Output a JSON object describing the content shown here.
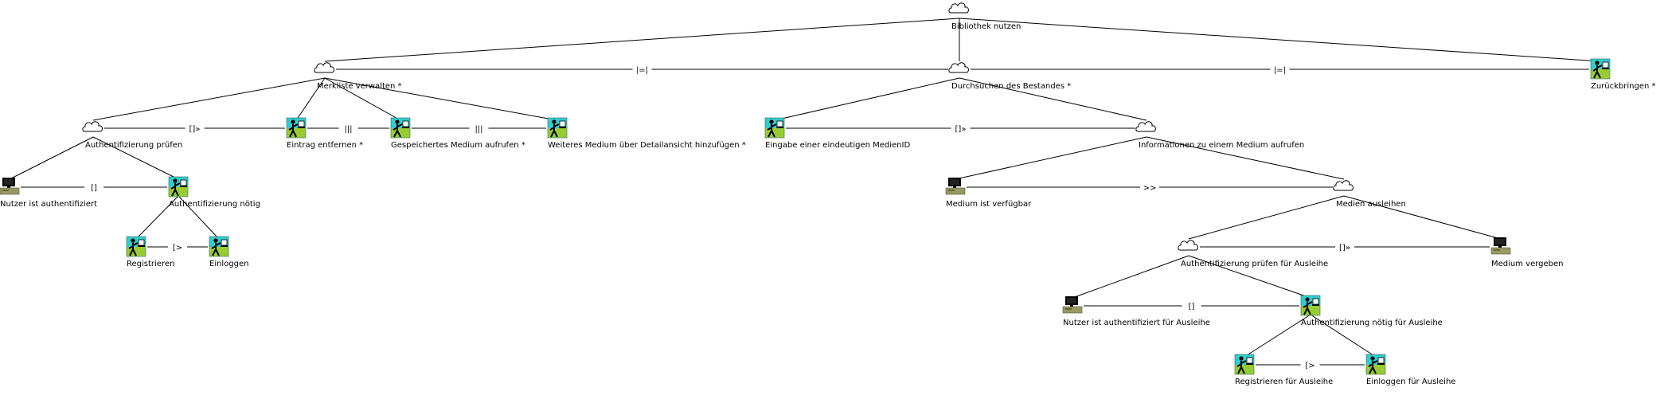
{
  "nodes": {
    "root": {
      "label": "Bibliothek nutzen",
      "type": "abstract"
    },
    "merkliste": {
      "label": "Merkliste verwalten *",
      "type": "abstract"
    },
    "durchsuch": {
      "label": "Durchsuchen des Bestandes *",
      "type": "abstract"
    },
    "zurueck": {
      "label": "Zurückbringen *",
      "type": "interaction"
    },
    "authp": {
      "label": "Authentifizierung prüfen",
      "type": "abstract"
    },
    "eintrag": {
      "label": "Eintrag entfernen *",
      "type": "interaction"
    },
    "gespeich": {
      "label": "Gespeichertes Medium aufrufen *",
      "type": "interaction"
    },
    "weiteres": {
      "label": "Weiteres Medium über Detailansicht hinzufügen *",
      "type": "interaction"
    },
    "nutzauth": {
      "label": "Nutzer ist authentifiziert",
      "type": "application"
    },
    "authn": {
      "label": "Authentifizierung nötig",
      "type": "interaction"
    },
    "registr": {
      "label": "Registrieren",
      "type": "interaction"
    },
    "einlog": {
      "label": "Einloggen",
      "type": "interaction"
    },
    "eingabe": {
      "label": "Eingabe einer eindeutigen MedienID",
      "type": "interaction"
    },
    "info": {
      "label": "Informationen zu einem Medium aufrufen",
      "type": "abstract"
    },
    "verfueg": {
      "label": "Medium ist verfügbar",
      "type": "application"
    },
    "ausleih": {
      "label": "Medien ausleihen",
      "type": "abstract"
    },
    "authpa": {
      "label": "Authentifizierung prüfen für Ausleihe",
      "type": "abstract"
    },
    "vergeben": {
      "label": "Medium vergeben",
      "type": "application"
    },
    "nutzautha": {
      "label": "Nutzer ist authentifiziert für Ausleihe",
      "type": "application"
    },
    "authna": {
      "label": "Authentifizierung nötig für Ausleihe",
      "type": "interaction"
    },
    "registra": {
      "label": "Registrieren für Ausleihe",
      "type": "interaction"
    },
    "einloga": {
      "label": "Einloggen für Ausleihe",
      "type": "interaction"
    }
  },
  "tree_edges": [
    [
      "root",
      "merkliste"
    ],
    [
      "root",
      "durchsuch"
    ],
    [
      "root",
      "zurueck"
    ],
    [
      "merkliste",
      "authp"
    ],
    [
      "merkliste",
      "eintrag"
    ],
    [
      "merkliste",
      "gespeich"
    ],
    [
      "merkliste",
      "weiteres"
    ],
    [
      "authp",
      "nutzauth"
    ],
    [
      "authp",
      "authn"
    ],
    [
      "authn",
      "registr"
    ],
    [
      "authn",
      "einlog"
    ],
    [
      "durchsuch",
      "eingabe"
    ],
    [
      "durchsuch",
      "info"
    ],
    [
      "info",
      "verfueg"
    ],
    [
      "info",
      "ausleih"
    ],
    [
      "ausleih",
      "authpa"
    ],
    [
      "ausleih",
      "vergeben"
    ],
    [
      "authpa",
      "nutzautha"
    ],
    [
      "authpa",
      "authna"
    ],
    [
      "authna",
      "registra"
    ],
    [
      "authna",
      "einloga"
    ]
  ],
  "operator_edges": [
    {
      "from": "merkliste",
      "to": "durchsuch",
      "op": "|=|"
    },
    {
      "from": "durchsuch",
      "to": "zurueck",
      "op": "|=|"
    },
    {
      "from": "authp",
      "to": "eintrag",
      "op": "[]»"
    },
    {
      "from": "eintrag",
      "to": "gespeich",
      "op": "|||"
    },
    {
      "from": "gespeich",
      "to": "weiteres",
      "op": "|||"
    },
    {
      "from": "nutzauth",
      "to": "authn",
      "op": "[]"
    },
    {
      "from": "registr",
      "to": "einlog",
      "op": "[>"
    },
    {
      "from": "eingabe",
      "to": "info",
      "op": "[]»"
    },
    {
      "from": "verfueg",
      "to": "ausleih",
      "op": ">>"
    },
    {
      "from": "authpa",
      "to": "vergeben",
      "op": "[]»"
    },
    {
      "from": "nutzautha",
      "to": "authna",
      "op": "[]"
    },
    {
      "from": "registra",
      "to": "einloga",
      "op": "[>"
    }
  ],
  "colors": {
    "line": "#000000",
    "icon_sky": "#33cccc",
    "icon_ground": "#99cc33",
    "monitor": "#000000",
    "cpu": "#999966"
  }
}
